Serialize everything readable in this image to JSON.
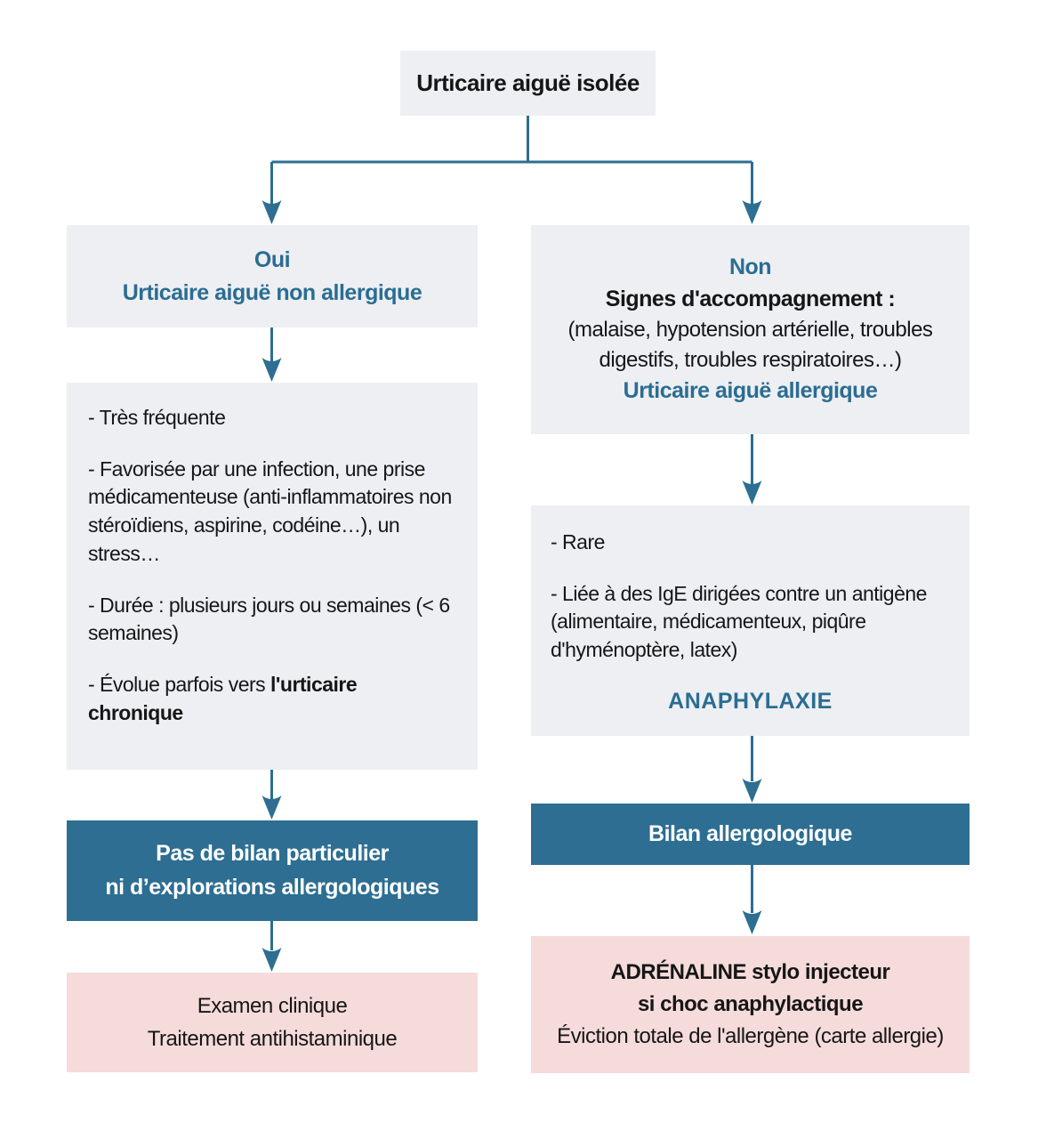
{
  "palette": {
    "box_bg": "#edeff3",
    "teal": "#2d6e92",
    "pink": "#f6dbdb",
    "blue_text": "#2b6d92",
    "text_dark": "#161616",
    "white": "#ffffff"
  },
  "root": {
    "label": "Urticaire aiguë isolée"
  },
  "left": {
    "header": {
      "line1": "Oui",
      "line2": "Urticaire aiguë non allergique"
    },
    "details": {
      "item1": "- Très fréquente",
      "item2": "- Favorisée par une infection, une prise médicamenteuse (anti-inflammatoires non stéroïdiens, aspirine, codéine…), un stress…",
      "item3": "- Durée : plusieurs jours ou semaines (< 6 semaines)",
      "item4_prefix": "- Évolue parfois vers ",
      "item4_bold": "l'urticaire chronique"
    },
    "action": {
      "line1": "Pas de bilan particulier",
      "line2": "ni d’explorations allergologiques"
    },
    "outcome": {
      "line1": "Examen clinique",
      "line2": "Traitement antihistaminique"
    }
  },
  "right": {
    "header": {
      "line1": "Non",
      "line2": "Signes d'accompagnement :",
      "line3": "(malaise, hypotension artérielle, troubles digestifs, troubles respiratoires…)",
      "line4": "Urticaire aiguë allergique"
    },
    "details": {
      "item1": "- Rare",
      "item2": "- Liée à des IgE dirigées contre un antigène (alimentaire, médicamenteux, piqûre d'hyménoptère, latex)",
      "emphasis": "ANAPHYLAXIE"
    },
    "action": {
      "label": "Bilan allergologique"
    },
    "outcome": {
      "line1": "ADRÉNALINE stylo injecteur",
      "line2": "si choc anaphylactique",
      "line3": "Éviction totale de l'allergène (carte allergie)"
    }
  }
}
